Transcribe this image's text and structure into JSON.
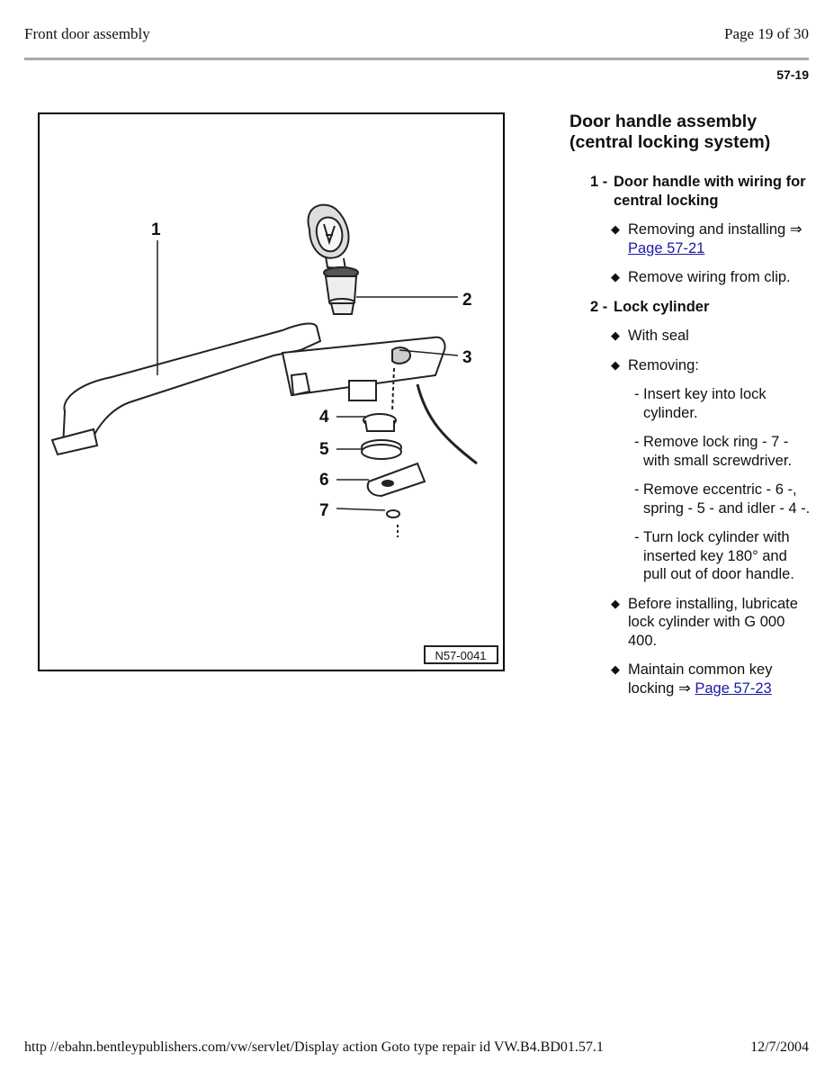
{
  "header": {
    "title": "Front door assembly",
    "page": "Page 19 of 30",
    "code": "57-19"
  },
  "figure": {
    "code": "N57-0041",
    "callouts": [
      "1",
      "2",
      "3",
      "4",
      "5",
      "6",
      "7"
    ]
  },
  "section": {
    "title": "Door handle assembly (central locking system)",
    "items": [
      {
        "num": "1 -",
        "label": "Door handle with wiring for central locking",
        "bullets": [
          {
            "text": "Removing and installing ⇒ ",
            "link": "Page 57-21"
          },
          {
            "text": "Remove wiring from clip."
          }
        ]
      },
      {
        "num": "2 -",
        "label": "Lock cylinder",
        "bullets": [
          {
            "text": "With seal"
          },
          {
            "text": "Removing:"
          },
          {
            "text": "Before installing, lubricate lock cylinder with G 000 400."
          },
          {
            "text": "Maintain common key locking ⇒ ",
            "link": "Page 57-23"
          }
        ],
        "steps": [
          "Insert key into lock cylinder.",
          "Remove lock ring - 7 -with small screwdriver.",
          "Remove eccentric - 6 -, spring - 5 - and idler - 4 -.",
          "Turn lock cylinder with inserted key 180° and pull out of door handle."
        ]
      }
    ]
  },
  "footer": {
    "url": "http //ebahn.bentleypublishers.com/vw/servlet/Display action Goto type repair id VW.B4.BD01.57.1",
    "date": "12/7/2004"
  }
}
